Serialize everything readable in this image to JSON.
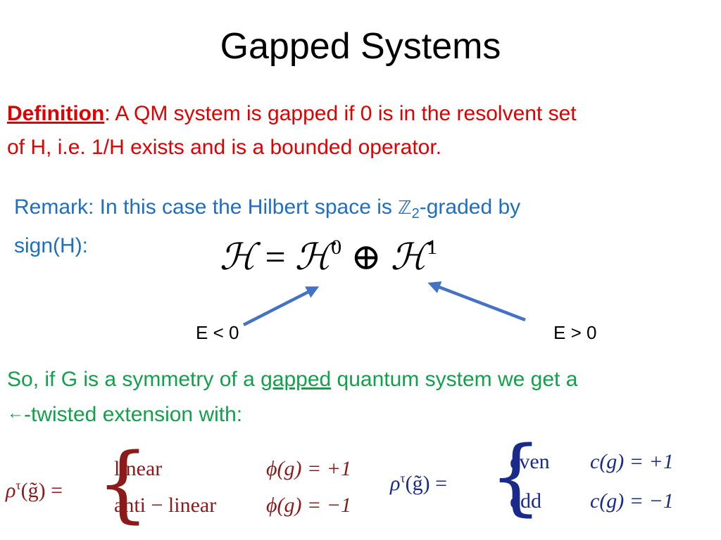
{
  "title": "Gapped Systems",
  "definition": {
    "keyword": "Definition",
    "line1_rest": ": A QM system is gapped if 0 is in the resolvent set",
    "line2": "of H, i.e. 1/H  exists and is a bounded operator."
  },
  "remark": {
    "line1_before": "Remark: In this case the Hilbert space is ",
    "z_symbol": "ℤ",
    "z_sub": "2",
    "line1_after": "-graded by",
    "line2": "sign(H):"
  },
  "equation": {
    "lhs": "ℋ",
    "eq": " = ",
    "h0": "ℋ",
    "sup0": "0",
    "oplus": " ⊕ ",
    "h1": "ℋ",
    "sup1": "1"
  },
  "labels": {
    "left": "E < 0",
    "right": "E > 0"
  },
  "conclusion": {
    "line1_before": "So, if G is a symmetry of a ",
    "gapped": "gapped",
    "line1_after": " quantum system we get a",
    "arrow": "←",
    "line2": "-twisted extension with:"
  },
  "formula_left": {
    "lhs": "ρ",
    "lhs_sup": "τ",
    "lhs_arg": "(g̃) =",
    "row1_word": "linear",
    "row1_cond": "ϕ(g) = +1",
    "row2_word": "anti − linear",
    "row2_cond": "ϕ(g) = −1"
  },
  "formula_right": {
    "lhs": "ρ",
    "lhs_sup": "τ",
    "lhs_arg": "(g̃) =",
    "row1_word": "even",
    "row1_cond": "c(g) = +1",
    "row2_word": "odd",
    "row2_cond": "c(g) = −1"
  },
  "colors": {
    "definition": "#e00000",
    "remark": "#1f6fc0",
    "conclusion": "#12a04a",
    "arrow": "#4472c4",
    "formula_left": "#8b1a1a",
    "formula_right": "#1a2a8b"
  }
}
